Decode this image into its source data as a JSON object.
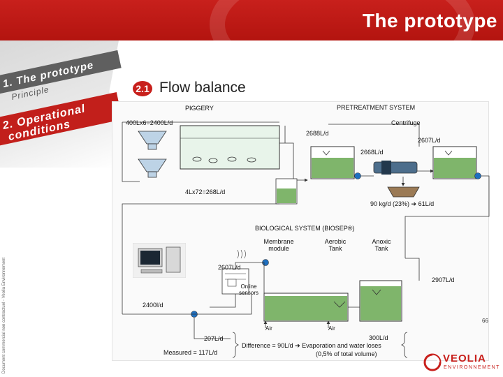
{
  "header": {
    "title": "The prototype"
  },
  "nav": {
    "item1": "1. The prototype",
    "item1_sub": "Principle",
    "item2_line1": "2. Operational",
    "item2_line2": "conditions"
  },
  "section": {
    "number": "2.1",
    "title": "Flow balance"
  },
  "diagram": {
    "piggery": "PIGGERY",
    "pretreatment": "PRETREATMENT SYSTEM",
    "flow_in": "400Lx6=2400L/d",
    "centrifuge": "Centrifuge",
    "flow_2688": "2688L/d",
    "flow_2607a": "2607L/d",
    "flow_2668": "2668L/d",
    "flow_268": "4Lx72=268L/d",
    "solids": "90 kg/d (23%) ➔ 61L/d",
    "bio_system": "BIOLOGICAL SYSTEM (BIOSEP®)",
    "membrane": "Membrane module",
    "aerobic": "Aerobic Tank",
    "anoxic": "Anoxic Tank",
    "flow_2607b": "2607L/d",
    "flow_2907": "2907L/d",
    "online_sensors": "Online sensors",
    "flow_2400": "2400l/d",
    "air1": "Air",
    "air2": "Air",
    "flow_207": "207L/d",
    "measured": "Measured = 117L/d",
    "flow_300": "300L/d",
    "difference": "Difference = 90L/d ➔ Evaporation and water loses",
    "difference_sub": "(0,5% of total volume)",
    "page_number": "66"
  },
  "footer": {
    "side_note": "Document commercial non contractuel - Veolia Environnement",
    "logo_word": "VEOLIA",
    "logo_sub": "ENVIRONNEMENT"
  },
  "colors": {
    "brand_red": "#c8201c",
    "pipe_blue": "#1f6fbf",
    "tank_green": "#7fb56b"
  }
}
